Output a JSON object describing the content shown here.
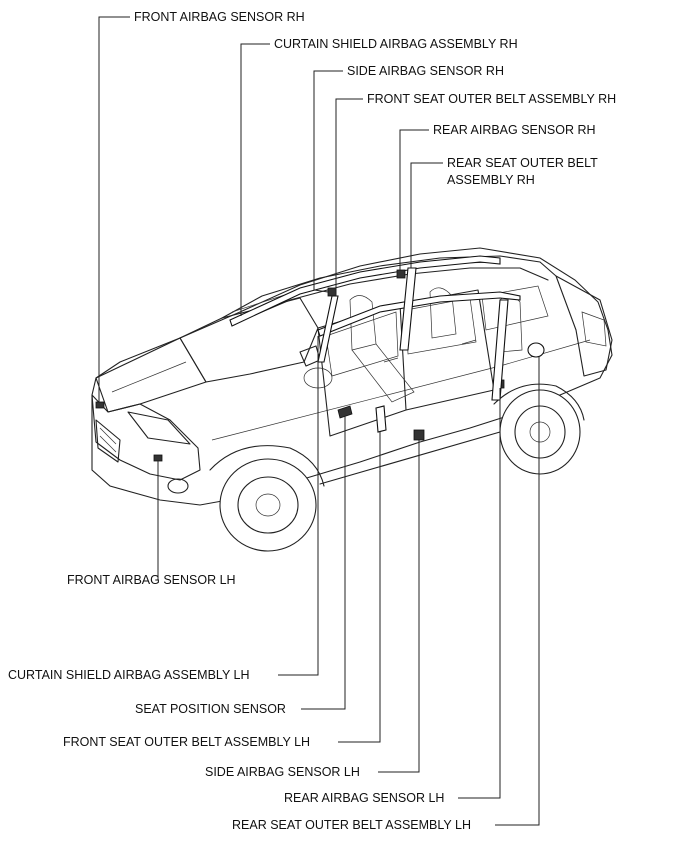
{
  "labels": {
    "front_airbag_sensor_rh": "FRONT AIRBAG SENSOR RH",
    "curtain_shield_airbag_assembly_rh": "CURTAIN SHIELD AIRBAG ASSEMBLY RH",
    "side_airbag_sensor_rh": "SIDE AIRBAG SENSOR RH",
    "front_seat_outer_belt_assembly_rh": "FRONT SEAT OUTER BELT ASSEMBLY  RH",
    "rear_airbag_sensor_rh": "REAR AIRBAG SENSOR RH",
    "rear_seat_outer_belt_rh_line1": "REAR SEAT OUTER BELT",
    "rear_seat_outer_belt_rh_line2": "ASSEMBLY RH",
    "front_airbag_sensor_lh": "FRONT AIRBAG SENSOR LH",
    "curtain_shield_airbag_assembly_lh": "CURTAIN SHIELD AIRBAG ASSEMBLY LH",
    "seat_position_sensor": "SEAT POSITION SENSOR",
    "front_seat_outer_belt_assembly_lh": "FRONT SEAT OUTER BELT ASSEMBLY  LH",
    "side_airbag_sensor_lh": "SIDE AIRBAG SENSOR LH",
    "rear_airbag_sensor_lh": "REAR AIRBAG SENSOR LH",
    "rear_seat_outer_belt_assembly_lh": "REAR SEAT OUTER BELT ASSEMBLY LH"
  }
}
